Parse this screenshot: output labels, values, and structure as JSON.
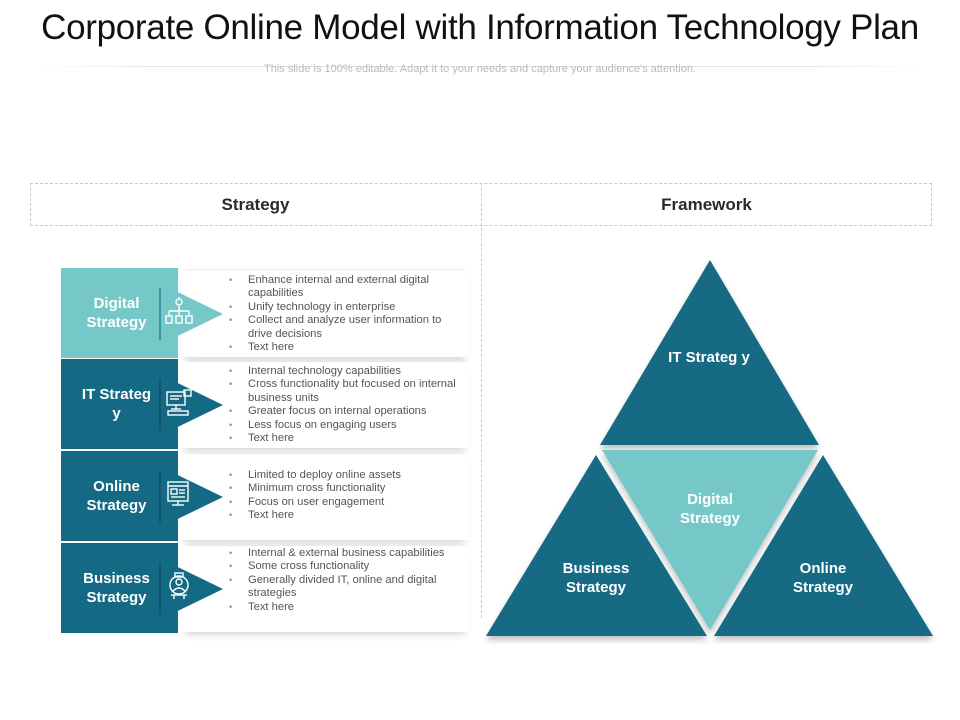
{
  "header": {
    "title": "Corporate Online Model with Information Technology Plan",
    "subtitle": "This slide is 100% editable. Adapt it to your needs and capture your audience's attention."
  },
  "columns": {
    "strategy": "Strategy",
    "framework": "Framework"
  },
  "colors": {
    "dark_teal": "#146a84",
    "light_teal": "#76c8c8",
    "icon_light": "#ffffff"
  },
  "rows": [
    {
      "label": "Digital Strategy",
      "icon": "network-icon",
      "color": "#76c8c8",
      "bullets": [
        "Enhance internal and external digital capabilities",
        "Unify technology in enterprise",
        "Collect and analyze user information to drive decisions",
        "Text here"
      ]
    },
    {
      "label": "IT Strateg y",
      "icon": "computer-icon",
      "color": "#146a84",
      "bullets": [
        "Internal technology capabilities",
        "Cross functionality but focused on internal business units",
        "Greater focus on internal operations",
        "Less focus on engaging users",
        "Text here"
      ]
    },
    {
      "label": "Online Strategy",
      "icon": "webpage-icon",
      "color": "#146a84",
      "bullets": [
        "Limited to deploy online assets",
        "Minimum cross functionality",
        "Focus on user engagement",
        "Text here"
      ]
    },
    {
      "label": "Business Strategy",
      "icon": "business-person-icon",
      "color": "#146a84",
      "bullets": [
        "Internal & external business capabilities",
        "Some cross functionality",
        "Generally divided IT, online and digital strategies",
        "Text here"
      ]
    }
  ],
  "framework": {
    "top": "IT Strateg y",
    "center": "Digital Strategy",
    "left": "Business Strategy",
    "right": "Online Strategy"
  }
}
